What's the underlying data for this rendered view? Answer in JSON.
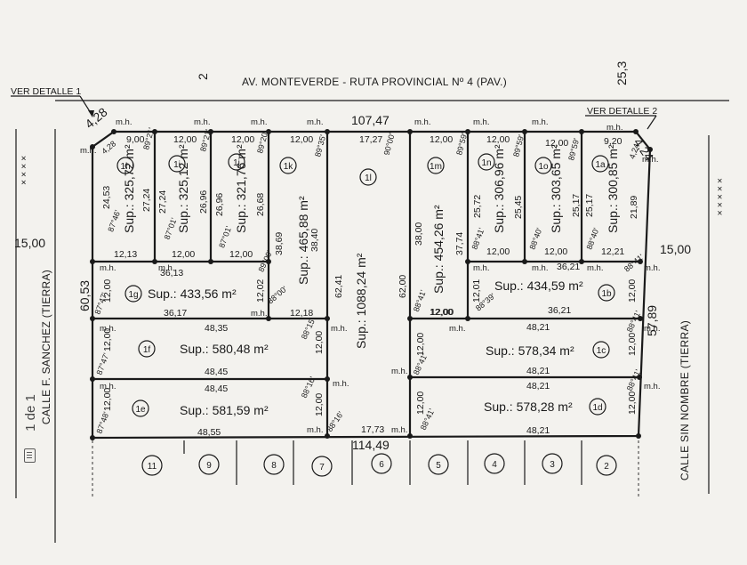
{
  "header": {
    "avenue": "AV. MONTEVERDE - RUTA PROVINCIAL Nº 4 (PAV.)",
    "top_mark": "2",
    "right_mark": "25,3"
  },
  "details": {
    "left": "VER DETALLE 1",
    "right": "VER DETALLE 2"
  },
  "streets": {
    "left": "CALLE F. SANCHEZ (TIERRA)",
    "right": "CALLE SIN NOMBRE (TIERRA)"
  },
  "dims": {
    "top_total": "107,47",
    "bottom_total": "114,49",
    "left_corner": "4,28",
    "right_corner": "4,24",
    "left_setback": "15,00",
    "right_setback": "15,00",
    "left_side": "60,53",
    "right_side": "57,89",
    "mid_1088": "62,41",
    "mid_right": "62,00",
    "mid_17": "17,27",
    "bottom_mid": "17,73"
  },
  "mh": "m.h.",
  "lots": {
    "1h": {
      "id": "1h",
      "area": "Sup.: 325,72 m²",
      "w_top": "9,00",
      "w_bot": "12,13",
      "h_l": "24,53",
      "h_r": "27,24",
      "small": "4,28",
      "ang": "89°21'",
      "ang2": "87°46'"
    },
    "1i": {
      "id": "1i",
      "area": "Sup.: 325,12 m²",
      "w_top": "12,00",
      "w_bot": "12,00",
      "h_l": "27,24",
      "h_r": "26,96",
      "ang": "89°21'",
      "ang2": "87°01'"
    },
    "1j": {
      "id": "1j",
      "area": "Sup.: 321,76 m²",
      "w_top": "12,00",
      "w_bot": "12,00",
      "h_l": "26,96",
      "h_r": "26,68",
      "ang": "89°20'",
      "ang2": "87°01'"
    },
    "1k": {
      "id": "1k",
      "area": "Sup.: 465,88 m²",
      "w_top": "12,00",
      "h_l": "38,69",
      "h_r": "38,40",
      "ang": "89°35'",
      "ang2": "89°00'"
    },
    "1l": {
      "id": "1l",
      "area": "Sup.: 1088,24 m²",
      "ang": "90°00'"
    },
    "1m": {
      "id": "1m",
      "area": "Sup.: 454,26 m²",
      "w_top": "12,00",
      "w_bot": "12,00",
      "h_l": "38,00",
      "h_r": "37,74",
      "ang": "89°59'",
      "ang2": "88°41'"
    },
    "1n": {
      "id": "1n",
      "area": "Sup.: 306,96 m²",
      "w_top": "12,00",
      "w_bot": "12,00",
      "h_l": "25,72",
      "h_r": "25,45",
      "ang": "89°59'",
      "ang2": "88°41'"
    },
    "1o": {
      "id": "1o",
      "area": "Sup.: 303,65 m²",
      "w_top": "12,00",
      "w_bot": "12,00",
      "h_l": "25,45",
      "h_r": "25,17",
      "ang": "89°59'",
      "ang2": "88°40'"
    },
    "1a": {
      "id": "1a",
      "area": "Sup.: 300,85 m²",
      "w_top": "9,20",
      "w_bot": "12,21",
      "h_l": "25,17",
      "h_r": "21,89",
      "small": "4,24",
      "ang": "89°59'",
      "ang2": "88°40'"
    },
    "1g": {
      "id": "1g",
      "area": "Sup.: 433,56 m²",
      "w_top": "36,13",
      "w_bot": "36,17",
      "h_l": "12,00",
      "h_r": "12,02",
      "w_small": "12,18",
      "ang": "87°47'",
      "ang2": "88°00'"
    },
    "1b": {
      "id": "1b",
      "area": "Sup.: 434,59 m²",
      "w_top": "36,21",
      "w_bot": "36,21",
      "h_l": "12,01",
      "h_r": "12,00",
      "w_small": "12,00",
      "ang": "88°39'",
      "ang2": "88°41'"
    },
    "1f": {
      "id": "1f",
      "area": "Sup.: 580,48 m²",
      "w_top": "48,35",
      "w_bot": "48,45",
      "h": "12,00",
      "ang": "87°47'",
      "ang2": "88°15'"
    },
    "1c": {
      "id": "1c",
      "area": "Sup.: 578,34 m²",
      "w_top": "48,21",
      "w_bot": "48,21",
      "h": "12,00",
      "ang": "88°41'"
    },
    "1e": {
      "id": "1e",
      "area": "Sup.: 581,59 m²",
      "w_top": "48,45",
      "w_bot": "48,55",
      "h": "12,00",
      "ang": "87°48'",
      "ang2": "88°16'"
    },
    "1d": {
      "id": "1d",
      "area": "Sup.: 578,28 m²",
      "w_top": "48,21",
      "w_bot": "48,21",
      "h": "12,00",
      "ang": "88°41'"
    }
  },
  "bottom_lots": [
    "11",
    "9",
    "8",
    "7",
    "6",
    "5",
    "4",
    "3",
    "2"
  ],
  "page_indicator": "1 de 1"
}
